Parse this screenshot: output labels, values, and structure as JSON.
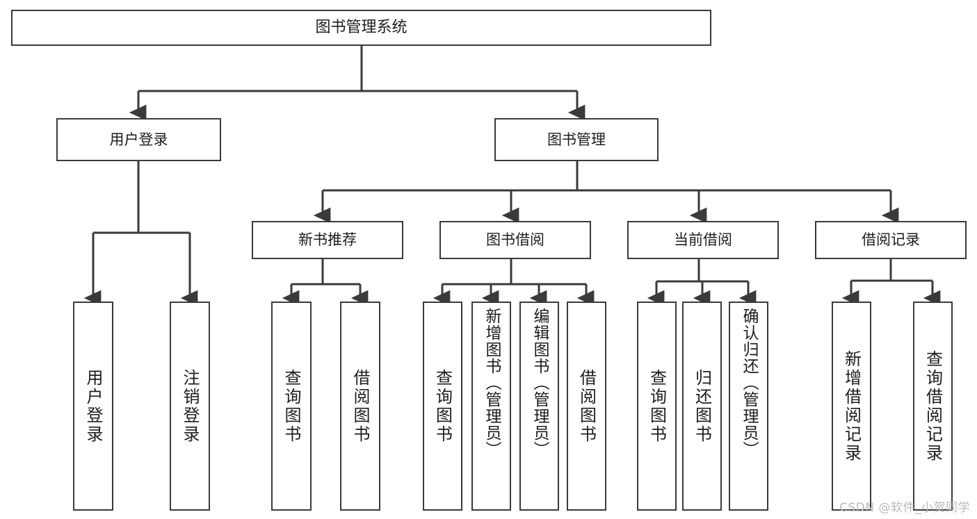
{
  "diagram": {
    "title": "图书管理系统",
    "watermark": "CSDN @软件_小贺同学",
    "stroke_color": "#3a3a3a",
    "text_color": "#1d1d1d",
    "background_color": "#ffffff",
    "nodes": {
      "root": {
        "label": "图书管理系统"
      },
      "level2": [
        {
          "id": "user-login",
          "label": "用户登录"
        },
        {
          "id": "book-manage",
          "label": "图书管理"
        }
      ],
      "level3": [
        {
          "id": "new-book-recommend",
          "label": "新书推荐"
        },
        {
          "id": "book-borrow",
          "label": "图书借阅"
        },
        {
          "id": "current-borrow",
          "label": "当前借阅"
        },
        {
          "id": "borrow-record",
          "label": "借阅记录"
        }
      ],
      "leaves": {
        "user_login": [
          {
            "id": "leaf-user-login",
            "label": "用户登录"
          },
          {
            "id": "leaf-logout-login",
            "label": "注销登录"
          }
        ],
        "new_book_recommend": [
          {
            "id": "leaf-query-book-1",
            "label": "查询图书"
          },
          {
            "id": "leaf-borrow-book-1",
            "label": "借阅图书"
          }
        ],
        "book_borrow": [
          {
            "id": "leaf-query-book-2",
            "label": "查询图书"
          },
          {
            "id": "leaf-add-book",
            "label": "新增图书（管理员）"
          },
          {
            "id": "leaf-edit-book",
            "label": "编辑图书（管理员）"
          },
          {
            "id": "leaf-borrow-book-2",
            "label": "借阅图书"
          }
        ],
        "current_borrow": [
          {
            "id": "leaf-query-book-3",
            "label": "查询图书"
          },
          {
            "id": "leaf-return-book",
            "label": "归还图书"
          },
          {
            "id": "leaf-confirm-return",
            "label": "确认归还（管理员）"
          }
        ],
        "borrow_record": [
          {
            "id": "leaf-add-record",
            "label": "新增借阅记录"
          },
          {
            "id": "leaf-query-record",
            "label": "查询借阅记录"
          }
        ]
      }
    }
  }
}
